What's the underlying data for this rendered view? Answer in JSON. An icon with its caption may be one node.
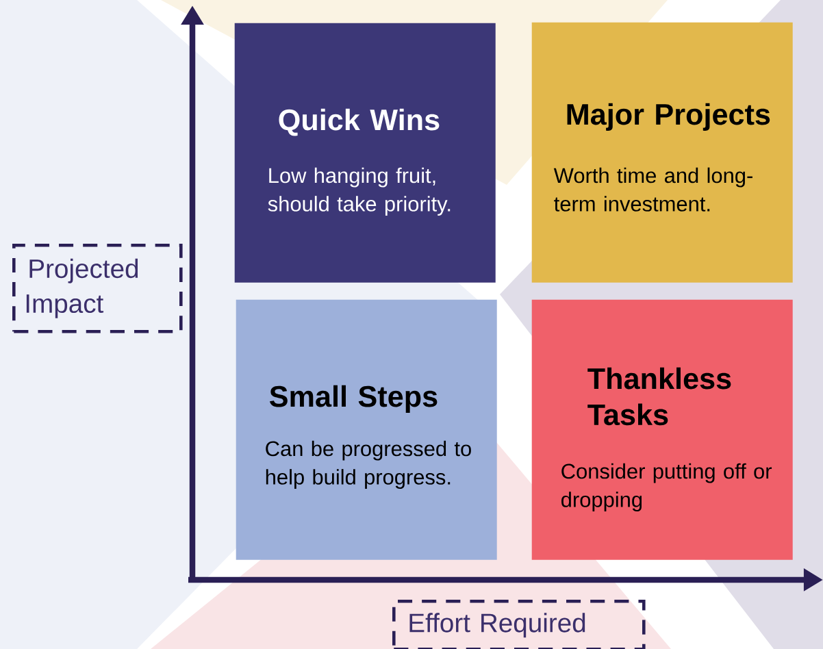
{
  "diagram": {
    "nodes": [
      {
        "text": [
          "Quick Wins",
          "Low hanging fruit, should take priority."
        ]
      },
      {
        "text": [
          "Major Projects",
          "Worth time and long-term investment."
        ]
      },
      {
        "text": [
          "Small Steps",
          "Can be progressed to help build progress."
        ]
      },
      {
        "text": [
          "Thankless Tasks",
          "Consider putting off or dropping"
        ]
      },
      {
        "text": [
          "Projected Impact"
        ]
      },
      {
        "text": [
          "Effort Required"
        ]
      }
    ]
  }
}
